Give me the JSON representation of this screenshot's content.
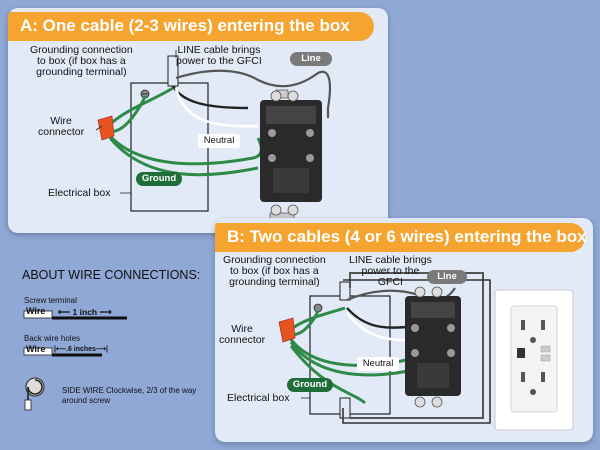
{
  "panel_a": {
    "title": "A: One cable (2-3 wires) entering the box",
    "labels": {
      "grounding": "Grounding connection\nto box (if box has a\ngrounding terminal)",
      "line_cable": "LINE cable brings\npower to the GFCI",
      "line_tag": "Line",
      "wire_connector": "Wire\nconnector",
      "neutral": "Neutral",
      "ground": "Ground",
      "electrical_box": "Electrical box"
    }
  },
  "panel_b": {
    "title": "B: Two cables (4 or 6 wires) entering the box",
    "labels": {
      "grounding": "Grounding connection\nto box (if box has a\ngrounding terminal)",
      "line_cable": "LINE cable brings\npower to the\nGFCI",
      "line_tag": "Line",
      "wire_connector": "Wire\nconnector",
      "neutral": "Neutral",
      "ground": "Ground",
      "electrical_box": "Electrical box"
    }
  },
  "about": {
    "title": "ABOUT WIRE CONNECTIONS:",
    "screw_terminal": "Screw terminal",
    "wire_1": "Wire",
    "measure_1": "⟵ 1 inch ⟶",
    "back_wire_holes": "Back wire holes",
    "wire_2": "Wire",
    "measure_2": "|⟵.6 inches⟶|",
    "side_wire": "SIDE WIRE Clockwise, 2/3 of the way around screw"
  },
  "colors": {
    "background": "#8fa8d6",
    "panel": "#e3eaf7",
    "banner": "#f5a430",
    "ground_wire": "#2e8b47",
    "ground_pill": "#1f6e3a",
    "line_wire": "#5a5a5a",
    "neutral_wire": "#ffffff",
    "connector": "#e8541e",
    "device": "#2a2a2a"
  },
  "icons": [
    "wire-connector-icon",
    "gfci-receptacle-icon",
    "screw-terminal-icon",
    "wall-plate-icon"
  ]
}
